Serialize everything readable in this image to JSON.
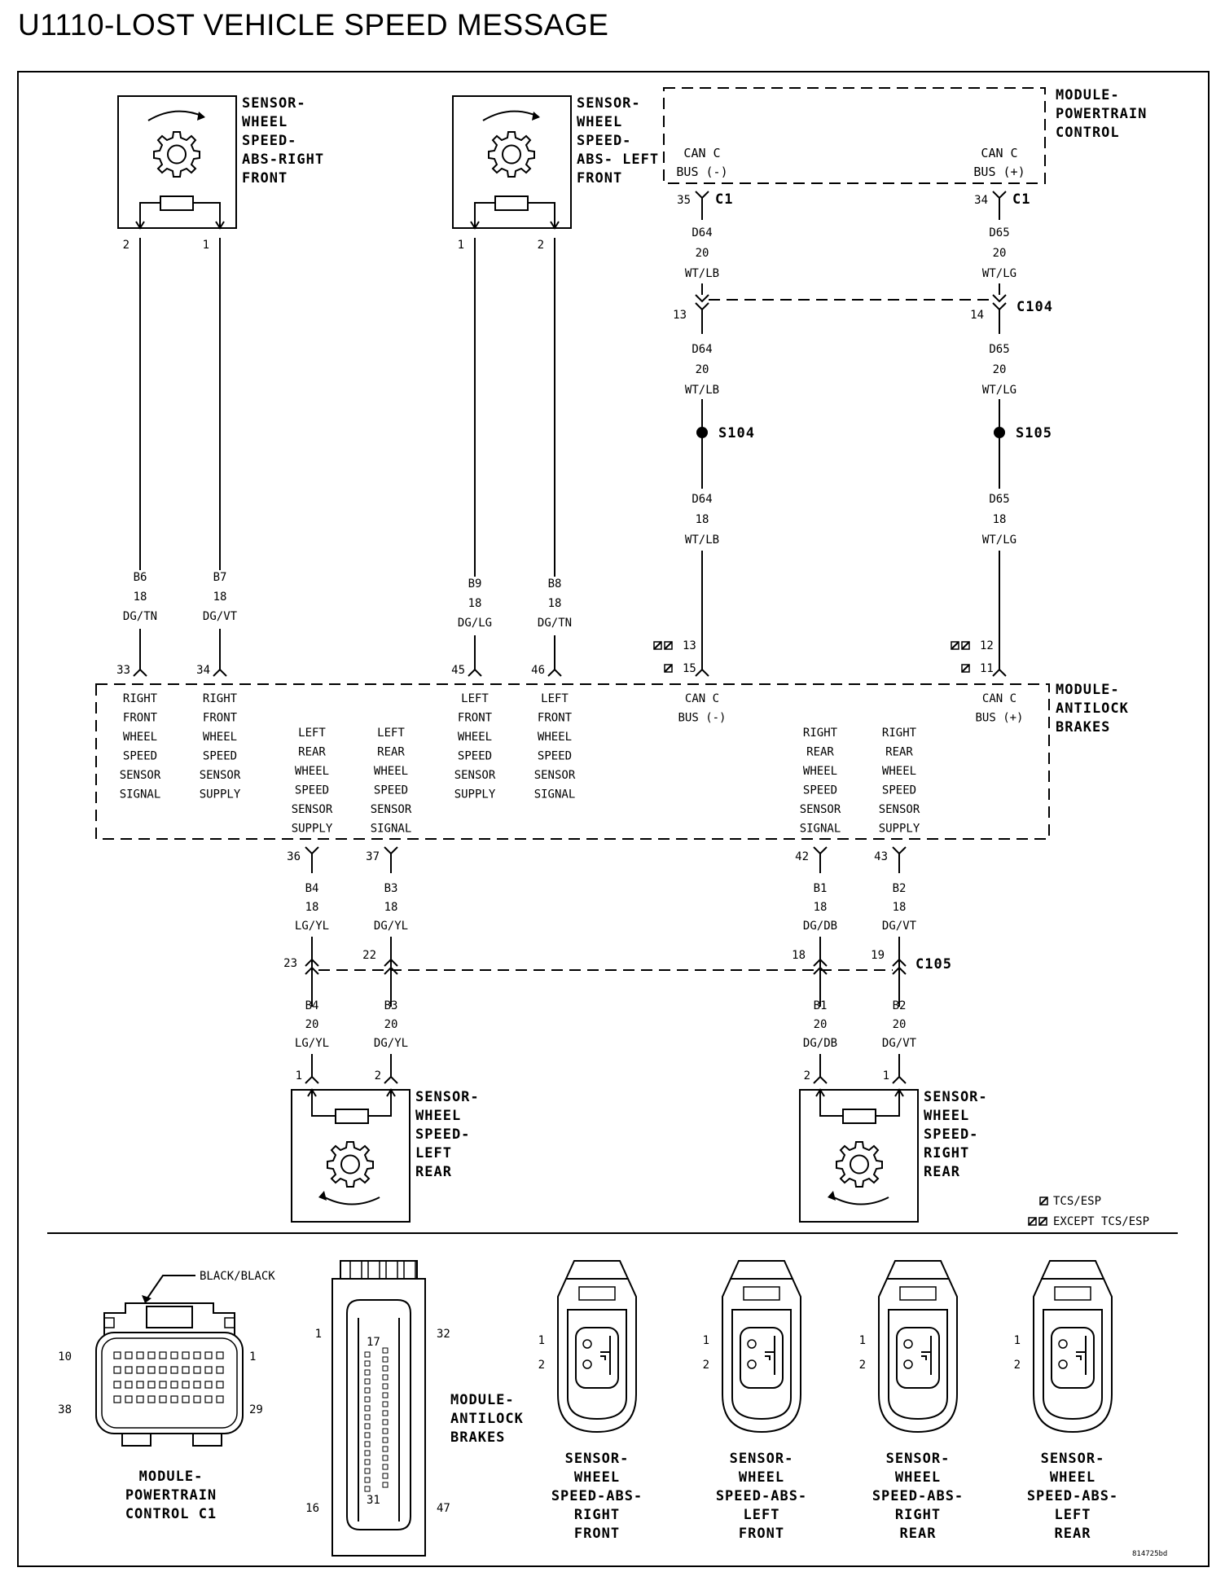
{
  "title": "U1110-LOST VEHICLE SPEED MESSAGE",
  "components": {
    "rf_sensor": [
      "SENSOR-",
      "WHEEL",
      "SPEED-",
      "ABS-RIGHT",
      "FRONT"
    ],
    "lf_sensor": [
      "SENSOR-",
      "WHEEL",
      "SPEED-",
      "ABS- LEFT",
      "FRONT"
    ],
    "pcm": [
      "MODULE-",
      "POWERTRAIN",
      "CONTROL"
    ],
    "abs": [
      "MODULE-",
      "ANTILOCK",
      "BRAKES"
    ],
    "lr_sensor": [
      "SENSOR-",
      "WHEEL",
      "SPEED-",
      "LEFT",
      "REAR"
    ],
    "rr_sensor": [
      "SENSOR-",
      "WHEEL",
      "SPEED-",
      "RIGHT",
      "REAR"
    ]
  },
  "pcm_pins": {
    "can_minus": [
      "CAN C",
      "BUS (-)"
    ],
    "can_plus": [
      "CAN C",
      "BUS (+)"
    ],
    "pin_minus": "35",
    "pin_plus": "34",
    "connector": "C1"
  },
  "connectors": {
    "c104": "C104",
    "c105": "C105",
    "s104": "S104",
    "s105": "S105"
  },
  "wires": {
    "d64_20": [
      "D64",
      "20",
      "WT/LB"
    ],
    "d65_20": [
      "D65",
      "20",
      "WT/LG"
    ],
    "d64_18": [
      "D64",
      "18",
      "WT/LB"
    ],
    "d65_18": [
      "D65",
      "18",
      "WT/LG"
    ],
    "b6": [
      "B6",
      "18",
      "DG/TN"
    ],
    "b7": [
      "B7",
      "18",
      "DG/VT"
    ],
    "b9": [
      "B9",
      "18",
      "DG/LG"
    ],
    "b8": [
      "B8",
      "18",
      "DG/TN"
    ],
    "b4_18": [
      "B4",
      "18",
      "LG/YL"
    ],
    "b3_18": [
      "B3",
      "18",
      "DG/YL"
    ],
    "b1_18": [
      "B1",
      "18",
      "DG/DB"
    ],
    "b2_18": [
      "B2",
      "18",
      "DG/VT"
    ],
    "b4_20": [
      "B4",
      "20",
      "LG/YL"
    ],
    "b3_20": [
      "B3",
      "20",
      "DG/YL"
    ],
    "b1_20": [
      "B1",
      "20",
      "DG/DB"
    ],
    "b2_20": [
      "B2",
      "20",
      "DG/VT"
    ]
  },
  "abs_pins": {
    "rf_signal": [
      "RIGHT",
      "FRONT",
      "WHEEL",
      "SPEED",
      "SENSOR",
      "SIGNAL"
    ],
    "rf_supply": [
      "RIGHT",
      "FRONT",
      "WHEEL",
      "SPEED",
      "SENSOR",
      "SUPPLY"
    ],
    "lr_supply": [
      "LEFT",
      "REAR",
      "WHEEL",
      "SPEED",
      "SENSOR",
      "SUPPLY"
    ],
    "lr_signal": [
      "LEFT",
      "REAR",
      "WHEEL",
      "SPEED",
      "SENSOR",
      "SIGNAL"
    ],
    "lf_supply": [
      "LEFT",
      "FRONT",
      "WHEEL",
      "SPEED",
      "SENSOR",
      "SUPPLY"
    ],
    "lf_signal": [
      "LEFT",
      "FRONT",
      "WHEEL",
      "SPEED",
      "SENSOR",
      "SIGNAL"
    ],
    "can_minus": [
      "CAN C",
      "BUS (-)"
    ],
    "rr_signal": [
      "RIGHT",
      "REAR",
      "WHEEL",
      "SPEED",
      "SENSOR",
      "SIGNAL"
    ],
    "rr_supply": [
      "RIGHT",
      "REAR",
      "WHEEL",
      "SPEED",
      "SENSOR",
      "SUPPLY"
    ],
    "can_plus": [
      "CAN C",
      "BUS (+)"
    ]
  },
  "pin_numbers": {
    "rf_2": "2",
    "rf_1": "1",
    "lf_1": "1",
    "lf_2": "2",
    "c104_13": "13",
    "c104_14": "14",
    "abs_33": "33",
    "abs_34": "34",
    "abs_45": "45",
    "abs_46": "46",
    "abs_13": "13",
    "abs_15": "15",
    "abs_12": "12",
    "abs_11": "11",
    "abs_36": "36",
    "abs_37": "37",
    "abs_42": "42",
    "abs_43": "43",
    "c105_23": "23",
    "c105_22": "22",
    "c105_18": "18",
    "c105_19": "19",
    "lr_1": "1",
    "lr_2": "2",
    "rr_2": "2",
    "rr_1": "1"
  },
  "legend": {
    "tcs": "TCS/ESP",
    "except": "EXCEPT TCS/ESP"
  },
  "connector_views": {
    "pcm_c1": {
      "callout": "BLACK/BLACK",
      "pins": [
        "10",
        "1",
        "38",
        "29"
      ],
      "caption": [
        "MODULE-",
        "POWERTRAIN",
        "CONTROL C1"
      ]
    },
    "abs": {
      "pins": [
        "1",
        "17",
        "32",
        "16",
        "31",
        "47"
      ],
      "caption": [
        "MODULE-",
        "ANTILOCK",
        "BRAKES"
      ]
    },
    "sensors": [
      {
        "pins": [
          "1",
          "2"
        ],
        "caption": [
          "SENSOR-",
          "WHEEL",
          "SPEED-ABS-",
          "RIGHT",
          "FRONT"
        ]
      },
      {
        "pins": [
          "1",
          "2"
        ],
        "caption": [
          "SENSOR-",
          "WHEEL",
          "SPEED-ABS-",
          "LEFT",
          "FRONT"
        ]
      },
      {
        "pins": [
          "1",
          "2"
        ],
        "caption": [
          "SENSOR-",
          "WHEEL",
          "SPEED-ABS-",
          "RIGHT",
          "REAR"
        ]
      },
      {
        "pins": [
          "1",
          "2"
        ],
        "caption": [
          "SENSOR-",
          "WHEEL",
          "SPEED-ABS-",
          "LEFT",
          "REAR"
        ]
      }
    ]
  },
  "figure_id": "814725bd"
}
